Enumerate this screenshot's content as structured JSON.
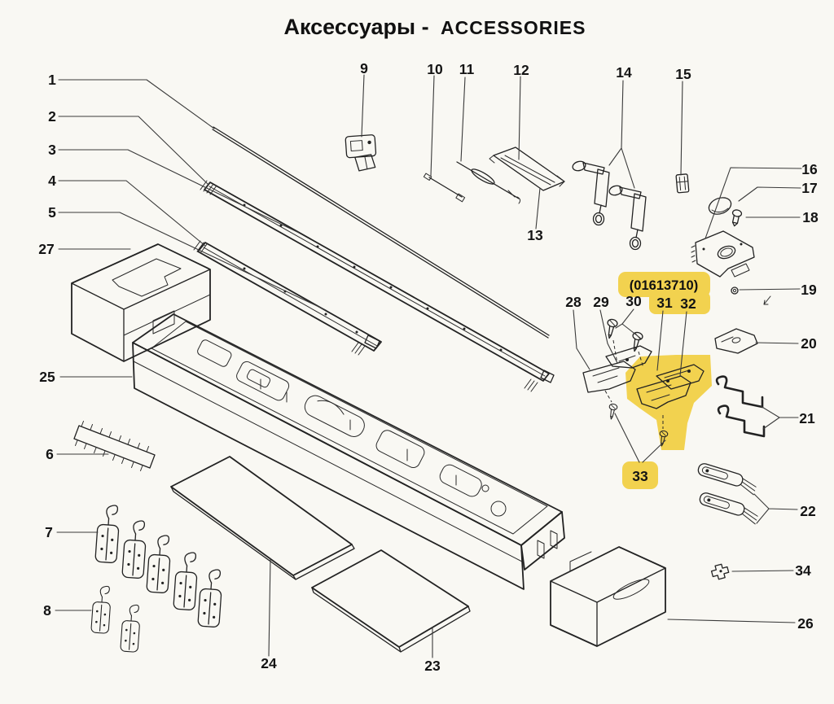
{
  "title": {
    "ru": "Аксессуары -",
    "en": "ACCESSORIES"
  },
  "highlight": {
    "code": "(01613710)",
    "color": "#F2D24F"
  },
  "paper_color": "#F9F8F3",
  "ink_color": "#222222",
  "callouts": {
    "c1": "1",
    "c2": "2",
    "c3": "3",
    "c4": "4",
    "c5": "5",
    "c6": "6",
    "c7": "7",
    "c8": "8",
    "c9": "9",
    "c10": "10",
    "c11": "11",
    "c12": "12",
    "c13": "13",
    "c14": "14",
    "c15": "15",
    "c16": "16",
    "c17": "17",
    "c18": "18",
    "c19": "19",
    "c20": "20",
    "c21": "21",
    "c22": "22",
    "c23": "23",
    "c24": "24",
    "c25": "25",
    "c26": "26",
    "c27": "27",
    "c28": "28",
    "c29": "29",
    "c30": "30",
    "c31": "31",
    "c32": "32",
    "c33": "33",
    "c34": "34"
  }
}
